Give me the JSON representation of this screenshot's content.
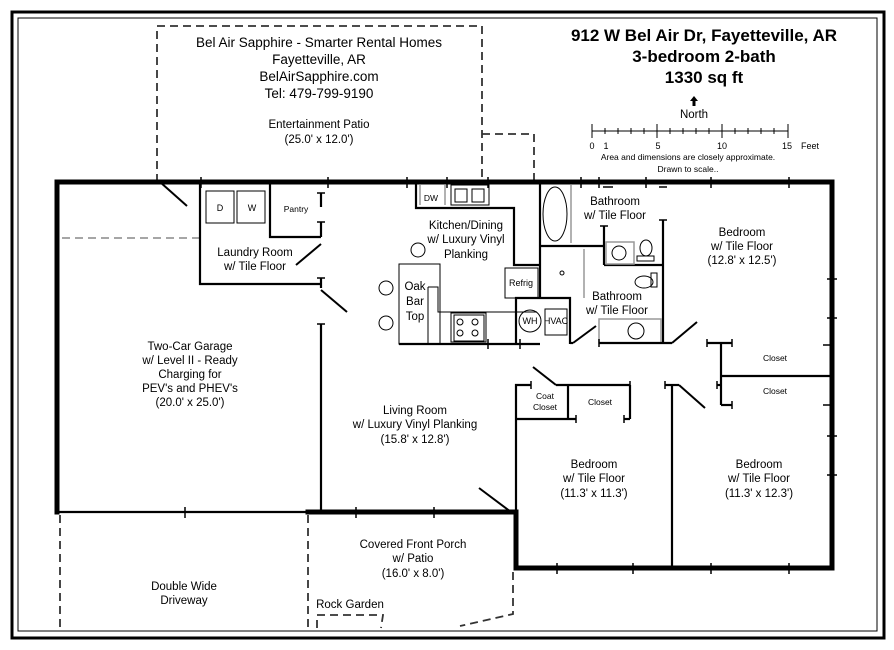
{
  "header": {
    "address": "912 W Bel Air Dr, Fayetteville, AR",
    "layout": "3-bedroom 2-bath",
    "area": "1330 sq ft"
  },
  "company": {
    "name": "Bel Air Sapphire - Smarter Rental Homes",
    "city": "Fayetteville, AR",
    "website": "BelAirSapphire.com",
    "phone": "Tel: 479-799-9190"
  },
  "compass": {
    "icon": "north-arrow-icon",
    "label": "North"
  },
  "scale": {
    "ticks": [
      "0",
      "1",
      "5",
      "10",
      "15"
    ],
    "unit": "Feet",
    "note1": "Area and dimensions are closely approximate.",
    "note2": "Drawn to scale.."
  },
  "rooms": {
    "patio": {
      "name": "Entertainment Patio",
      "dims": "(25.0' x 12.0')"
    },
    "laundry": {
      "name": "Laundry Room",
      "floor": "w/ Tile Floor"
    },
    "pantry": {
      "name": "Pantry"
    },
    "dryer": "D",
    "washer": "W",
    "kitchen": {
      "name": "Kitchen/Dining",
      "floor1": "w/ Luxury Vinyl",
      "floor2": "Planking"
    },
    "dishwasher": "DW",
    "refrigerator": "Refrig",
    "bar": {
      "l1": "Oak",
      "l2": "Bar",
      "l3": "Top"
    },
    "water_heater": "WH",
    "hvac": "HVAC",
    "bath1": {
      "name": "Bathroom",
      "floor": "w/ Tile Floor"
    },
    "bath2": {
      "name": "Bathroom",
      "floor": "w/ Tile Floor"
    },
    "bedroom_master": {
      "name": "Bedroom",
      "floor": "w/ Tile Floor",
      "dims": "(12.8' x 12.5')"
    },
    "closet_a": "Closet",
    "closet_b": "Closet",
    "garage": {
      "l1": "Two-Car Garage",
      "l2": "w/ Level II - Ready",
      "l3": "Charging for",
      "l4": "PEV's and PHEV's",
      "dims": "(20.0' x 25.0')"
    },
    "living": {
      "name": "Living Room",
      "floor": "w/ Luxury Vinyl Planking",
      "dims": "(15.8' x 12.8')"
    },
    "coat_closet": {
      "l1": "Coat",
      "l2": "Closet"
    },
    "closet_c": "Closet",
    "bedroom2": {
      "name": "Bedroom",
      "floor": "w/ Tile Floor",
      "dims": "(11.3' x 11.3')"
    },
    "bedroom3": {
      "name": "Bedroom",
      "floor": "w/ Tile Floor",
      "dims": "(11.3' x 12.3')"
    },
    "porch": {
      "name": "Covered Front Porch",
      "floor": "w/ Patio",
      "dims": "(16.0' x 8.0')"
    },
    "driveway": {
      "l1": "Double Wide",
      "l2": "Driveway"
    },
    "rock_garden": "Rock Garden"
  }
}
